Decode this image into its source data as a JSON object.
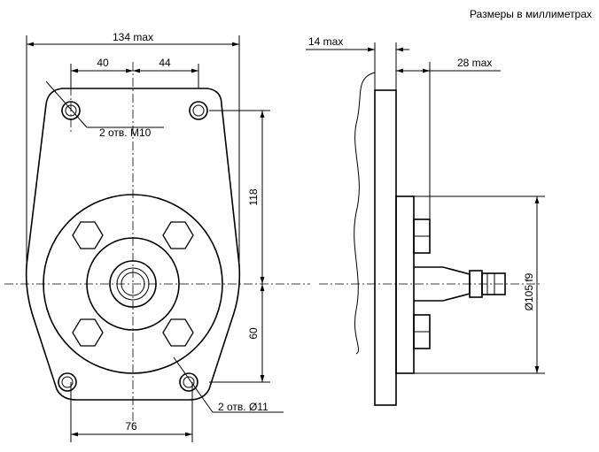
{
  "note": "Размеры в миллиметрах",
  "front_view": {
    "overall_width": "134 max",
    "bolt_spacing_left": "40",
    "bolt_spacing_right": "44",
    "vertical_upper": "118",
    "vertical_lower": "60",
    "bottom_spacing": "76",
    "thread_callout": "2 отв. М10",
    "hole_callout": "2 отв. Ø11"
  },
  "side_view": {
    "flange_thickness": "14 max",
    "shaft_length": "28 max",
    "pilot_diameter": "Ø105 f9"
  }
}
